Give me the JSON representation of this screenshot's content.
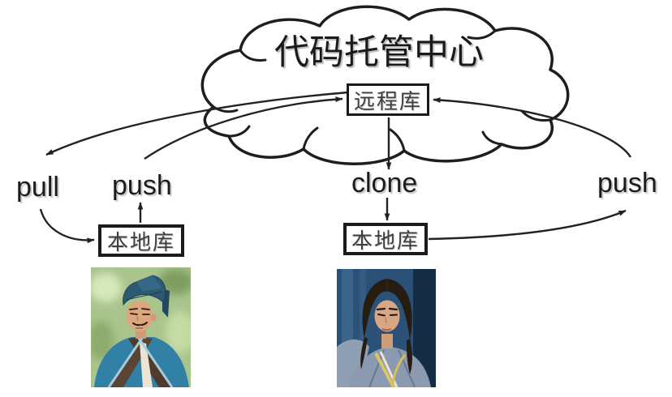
{
  "diagram": {
    "title": "代码托管中心",
    "nodes": {
      "remote": {
        "label": "远程库"
      },
      "local_left": {
        "label": "本地库"
      },
      "local_right": {
        "label": "本地库"
      }
    },
    "labels": {
      "pull": "pull",
      "push_left": "push",
      "clone": "clone",
      "push_right": "push"
    },
    "edges": [
      {
        "from": "remote",
        "to": "pull",
        "meaning": "remote to pull label"
      },
      {
        "from": "push_left",
        "to": "remote",
        "meaning": "push from left local into remote"
      },
      {
        "from": "pull",
        "to": "local_left",
        "meaning": "pull down into left local repo"
      },
      {
        "from": "local_left",
        "to": "push_left",
        "meaning": "left local repo up to push"
      },
      {
        "from": "remote",
        "to": "clone",
        "meaning": "remote down to clone label"
      },
      {
        "from": "clone",
        "to": "local_right",
        "meaning": "clone down into right local repo"
      },
      {
        "from": "local_right",
        "to": "push_right",
        "meaning": "right local repo out to push"
      },
      {
        "from": "push_right",
        "to": "remote",
        "meaning": "push from right local into remote"
      }
    ],
    "photos": {
      "left": "scholar-in-blue-hat-photo",
      "right": "long-haired-man-in-grey-robe-photo"
    },
    "colors": {
      "stroke": "#222222",
      "text": "#1c1c1c"
    }
  }
}
